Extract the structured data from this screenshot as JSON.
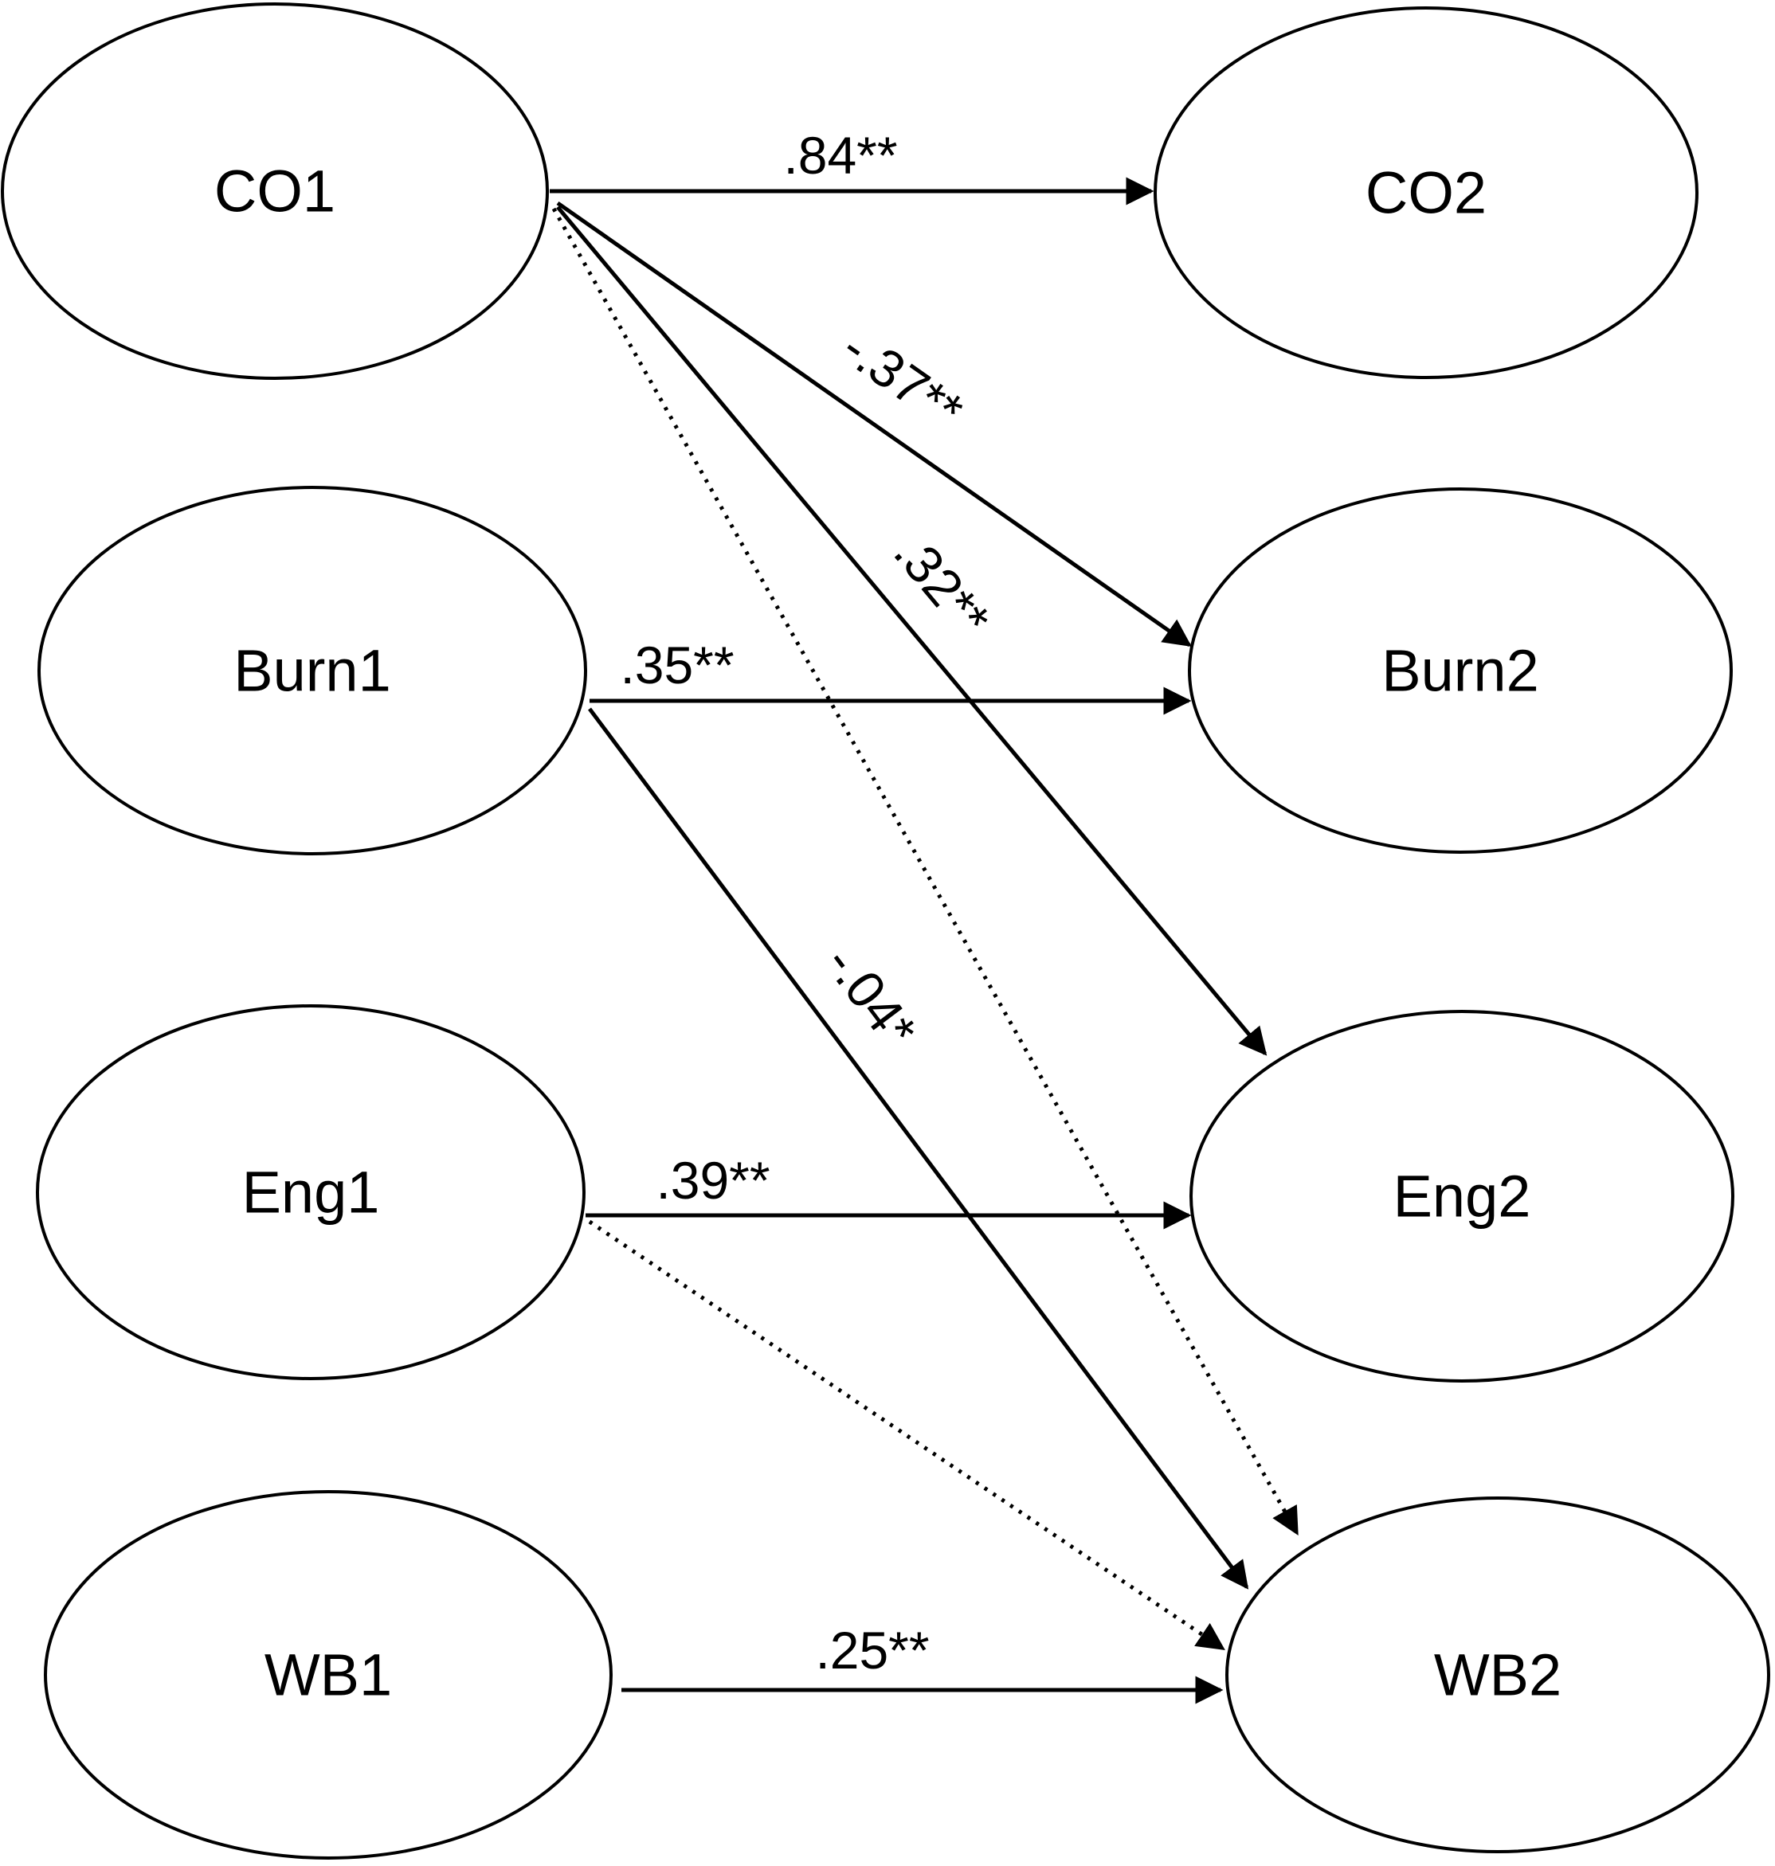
{
  "nodes": {
    "co1": "CO1",
    "burn1": "Burn1",
    "eng1": "Eng1",
    "wb1": "WB1",
    "co2": "CO2",
    "burn2": "Burn2",
    "eng2": "Eng2",
    "wb2": "WB2"
  },
  "paths": {
    "co1_co2": {
      "label": ".84**",
      "style": "solid"
    },
    "co1_burn2": {
      "label": "-.37**",
      "style": "solid"
    },
    "co1_eng2": {
      "label": ".32**",
      "style": "solid"
    },
    "co1_wb2": {
      "label": "",
      "style": "dotted"
    },
    "burn1_burn2": {
      "label": ".35**",
      "style": "solid"
    },
    "burn1_wb2": {
      "label": "-.04*",
      "style": "solid"
    },
    "eng1_eng2": {
      "label": ".39**",
      "style": "solid"
    },
    "eng1_wb2": {
      "label": "",
      "style": "dotted"
    },
    "wb1_wb2": {
      "label": ".25**",
      "style": "solid"
    }
  }
}
